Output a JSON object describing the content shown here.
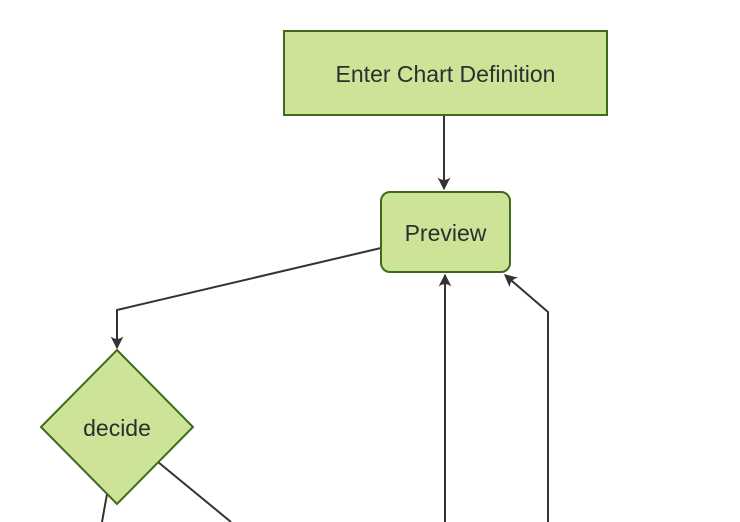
{
  "diagram": {
    "type": "flowchart",
    "orientation": "top-down",
    "colors": {
      "background": "#ffffff",
      "node_fill": "#cde498",
      "node_border": "#3e6a1e",
      "edge_line": "#333333",
      "label_text": "#2e2e2e"
    },
    "nodes": [
      {
        "id": "enter-chart-definition",
        "label": "Enter Chart Definition",
        "shape": "rectangle"
      },
      {
        "id": "preview",
        "label": "Preview",
        "shape": "rounded-rectangle"
      },
      {
        "id": "decide",
        "label": "decide",
        "shape": "diamond"
      }
    ],
    "edges": [
      {
        "id": "enter-to-preview",
        "from": "enter-chart-definition",
        "to": "preview",
        "arrowhead": true
      },
      {
        "id": "preview-to-decide",
        "from": "preview",
        "to": "decide",
        "arrowhead": true
      },
      {
        "id": "offscreen-bottom-to-preview-1",
        "from": "offscreen-bottom",
        "to": "preview",
        "arrowhead": true
      },
      {
        "id": "offscreen-bottom-to-preview-2",
        "from": "offscreen-bottom",
        "to": "preview",
        "arrowhead": true
      },
      {
        "id": "decide-to-offscreen-bottom-left",
        "from": "decide",
        "to": "offscreen-bottom",
        "arrowhead": false
      },
      {
        "id": "decide-to-offscreen-bottom-right",
        "from": "decide",
        "to": "offscreen-bottom",
        "arrowhead": false
      }
    ]
  }
}
